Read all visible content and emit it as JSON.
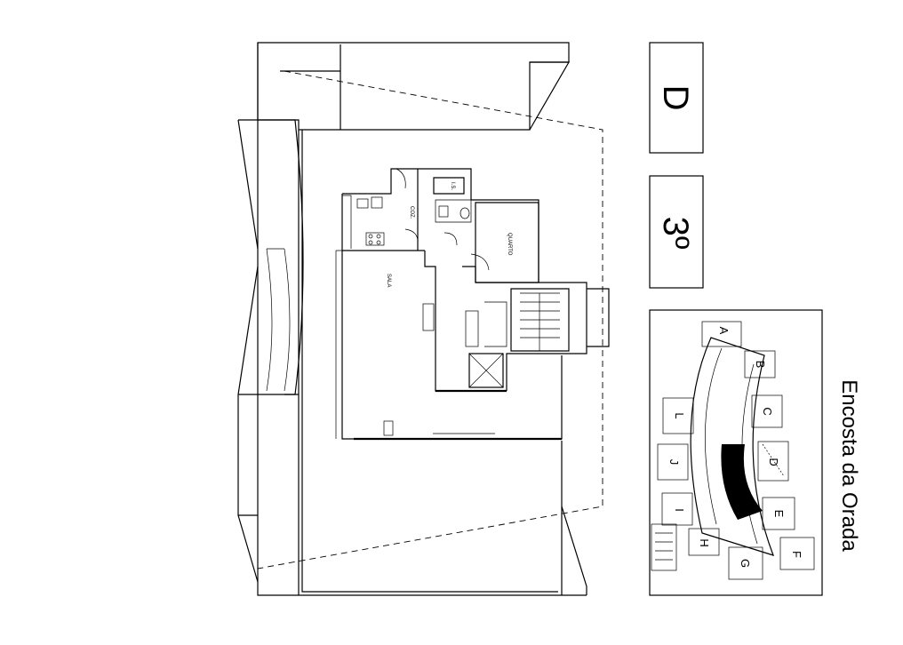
{
  "apartment_letter": "D",
  "floor": "3º",
  "site_name": "Encosta da Orada",
  "rooms": {
    "kitchen": "COZ.",
    "bathroom": "I.S.",
    "bedroom": "QUARTO",
    "living": "SALA"
  },
  "site_units": [
    "A",
    "B",
    "C",
    "D",
    "E",
    "F",
    "G",
    "H",
    "I",
    "J",
    "L"
  ],
  "highlighted_unit": "D"
}
